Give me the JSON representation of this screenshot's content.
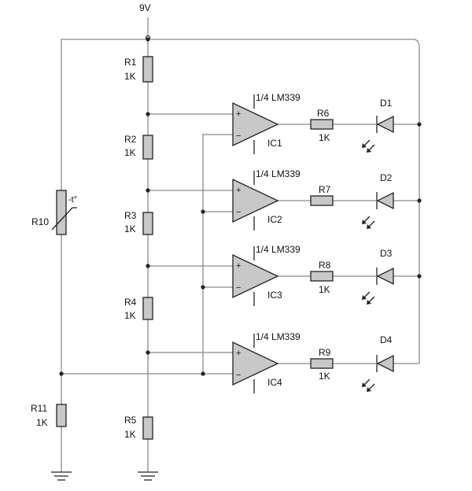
{
  "supply": {
    "label": "9V"
  },
  "resistors": [
    {
      "name": "R1",
      "value": "1K"
    },
    {
      "name": "R2",
      "value": "1K"
    },
    {
      "name": "R3",
      "value": "1K"
    },
    {
      "name": "R4",
      "value": "1K"
    },
    {
      "name": "R5",
      "value": "1K"
    },
    {
      "name": "R6",
      "value": "1K"
    },
    {
      "name": "R7",
      "value": ""
    },
    {
      "name": "R8",
      "value": "1K"
    },
    {
      "name": "R9",
      "value": "1K"
    },
    {
      "name": "R10",
      "value": "-t°"
    },
    {
      "name": "R11",
      "value": "1K"
    }
  ],
  "comparators": [
    {
      "name": "IC1",
      "part": "1/4 LM339"
    },
    {
      "name": "IC2",
      "part": "1/4 LM339"
    },
    {
      "name": "IC3",
      "part": "1/4 LM339"
    },
    {
      "name": "IC4",
      "part": "1/4 LM339"
    }
  ],
  "diodes": [
    {
      "name": "D1"
    },
    {
      "name": "D2"
    },
    {
      "name": "D3"
    },
    {
      "name": "D4"
    }
  ],
  "pins": {
    "plus": "+",
    "minus": "−"
  }
}
